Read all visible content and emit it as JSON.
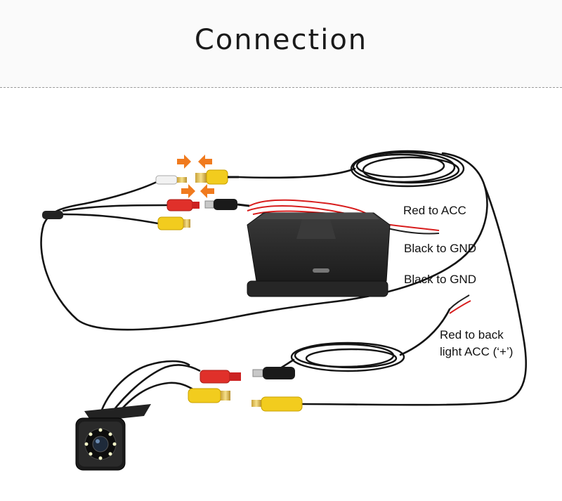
{
  "header": {
    "title": "Connection"
  },
  "labels": {
    "red_acc": "Red to ACC",
    "black_gnd_1": "Black to GND",
    "black_gnd_2": "Black to GND",
    "red_back_line1": "Red to back",
    "red_back_line2": "light ACC (‘+’)"
  },
  "colors": {
    "cable": "#141414",
    "red_wire": "#d81e1e",
    "rca_yellow": "#f2cc1e",
    "rca_red": "#e0302a",
    "arrow": "#f07a1e",
    "monitor": "#2b2b2b"
  },
  "icons": [
    "right-arrow-icon",
    "left-arrow-icon"
  ]
}
